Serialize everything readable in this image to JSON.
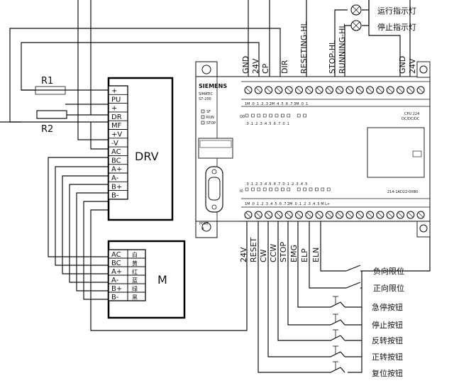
{
  "resistors": [
    "R1",
    "R2"
  ],
  "drv": {
    "title": "DRV",
    "pins": [
      "+",
      "PU",
      "+",
      "DR",
      "MF",
      "+V",
      "-V",
      "AC",
      "BC",
      "A+",
      "A-",
      "B+",
      "B-"
    ]
  },
  "motor": {
    "title": "M",
    "pins": [
      "AC",
      "BC",
      "A+",
      "A-",
      "B+",
      "B-"
    ],
    "colors": [
      "白",
      "黄",
      "红",
      "蓝",
      "绿",
      "黑"
    ]
  },
  "plc": {
    "brand": "SIEMENS",
    "model_line1": "SIMATIC",
    "model_line2": "S7-200",
    "leds": [
      "SF",
      "RUN",
      "STOP"
    ],
    "cpu": "CPU 224",
    "cpu_type": "DC/DC/DC",
    "order_no": "214-1AD22-0XB0",
    "port_line1": "PORT",
    "port_line2": "0",
    "top_terminals": "1M  .0  .1  .2  .3  2M  .4  .5  .6  .7  3M  .0  .1",
    "top_io": ".0 .1 .2 .3 .4 .5 .6 .7  .0 .1",
    "bottom_io": ".0 .1 .2 .3 .4 .5 .6 .7  .0 .1 .2 .3 .4 .5",
    "bottom_terminals": "1M  .0  .1  .2  .3  .4  .5  .6  .7  2M  .0  .1  .2  .3  .4  .5  M  L+",
    "q_label": "Q0",
    "i_label": "I0"
  },
  "top_signals": [
    "GND",
    "24V",
    "CP",
    "DIR",
    "RESETING-HL",
    "STOP-HL",
    "RUNNING-HL",
    "GND",
    "24V"
  ],
  "bottom_signals": [
    "24V",
    "RESET",
    "CW",
    "CCW",
    "STOP",
    "EMG",
    "ELP",
    "ELN"
  ],
  "lamps": [
    "运行指示灯",
    "停止指示灯"
  ],
  "switches": [
    "负向限位",
    "正向限位",
    "急停按钮",
    "停止按钮",
    "反转按钮",
    "正转按钮",
    "复位按钮"
  ],
  "colors": {
    "line": "#111111",
    "background": "#ffffff"
  }
}
